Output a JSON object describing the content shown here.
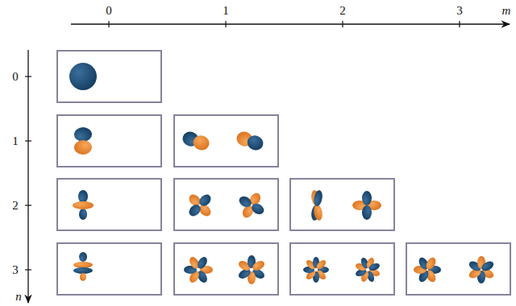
{
  "diagram": {
    "labels": [
      "0",
      "1",
      "2",
      "3",
      "m",
      "0",
      "1",
      "2",
      "3",
      "n"
    ]
  }
}
